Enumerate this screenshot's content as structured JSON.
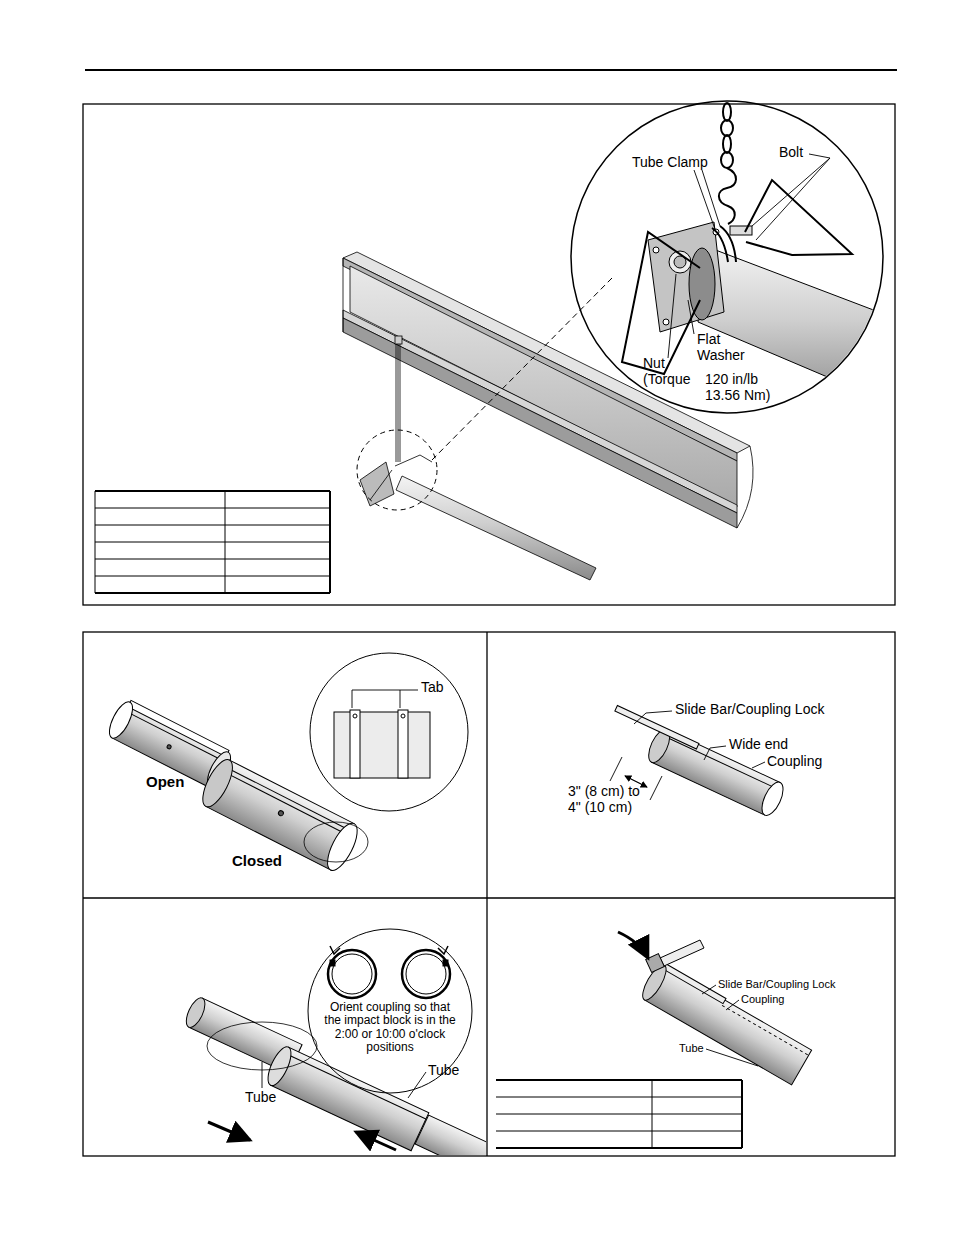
{
  "diagram": {
    "nodes": [
      {
        "text": [
          "Tube Clamp",
          "Bolt",
          "Flat Washer",
          "Nut (Torque",
          "120 in/lb 13.56 Nm)"
        ]
      },
      {
        "text": [
          "Tab"
        ]
      },
      {
        "text": [
          "Orient coupling so that the impact block is in the 2:00 or 10:00 o'clock positions"
        ]
      }
    ],
    "labels": [
      "Open",
      "Closed",
      "Slide Bar/Coupling Lock",
      "Wide end",
      "Coupling",
      "3\" (8 cm) to 4\" (10 cm)",
      "Tube",
      "Tube",
      "Slide Bar/Coupling Lock",
      "Coupling",
      "Tube"
    ]
  }
}
